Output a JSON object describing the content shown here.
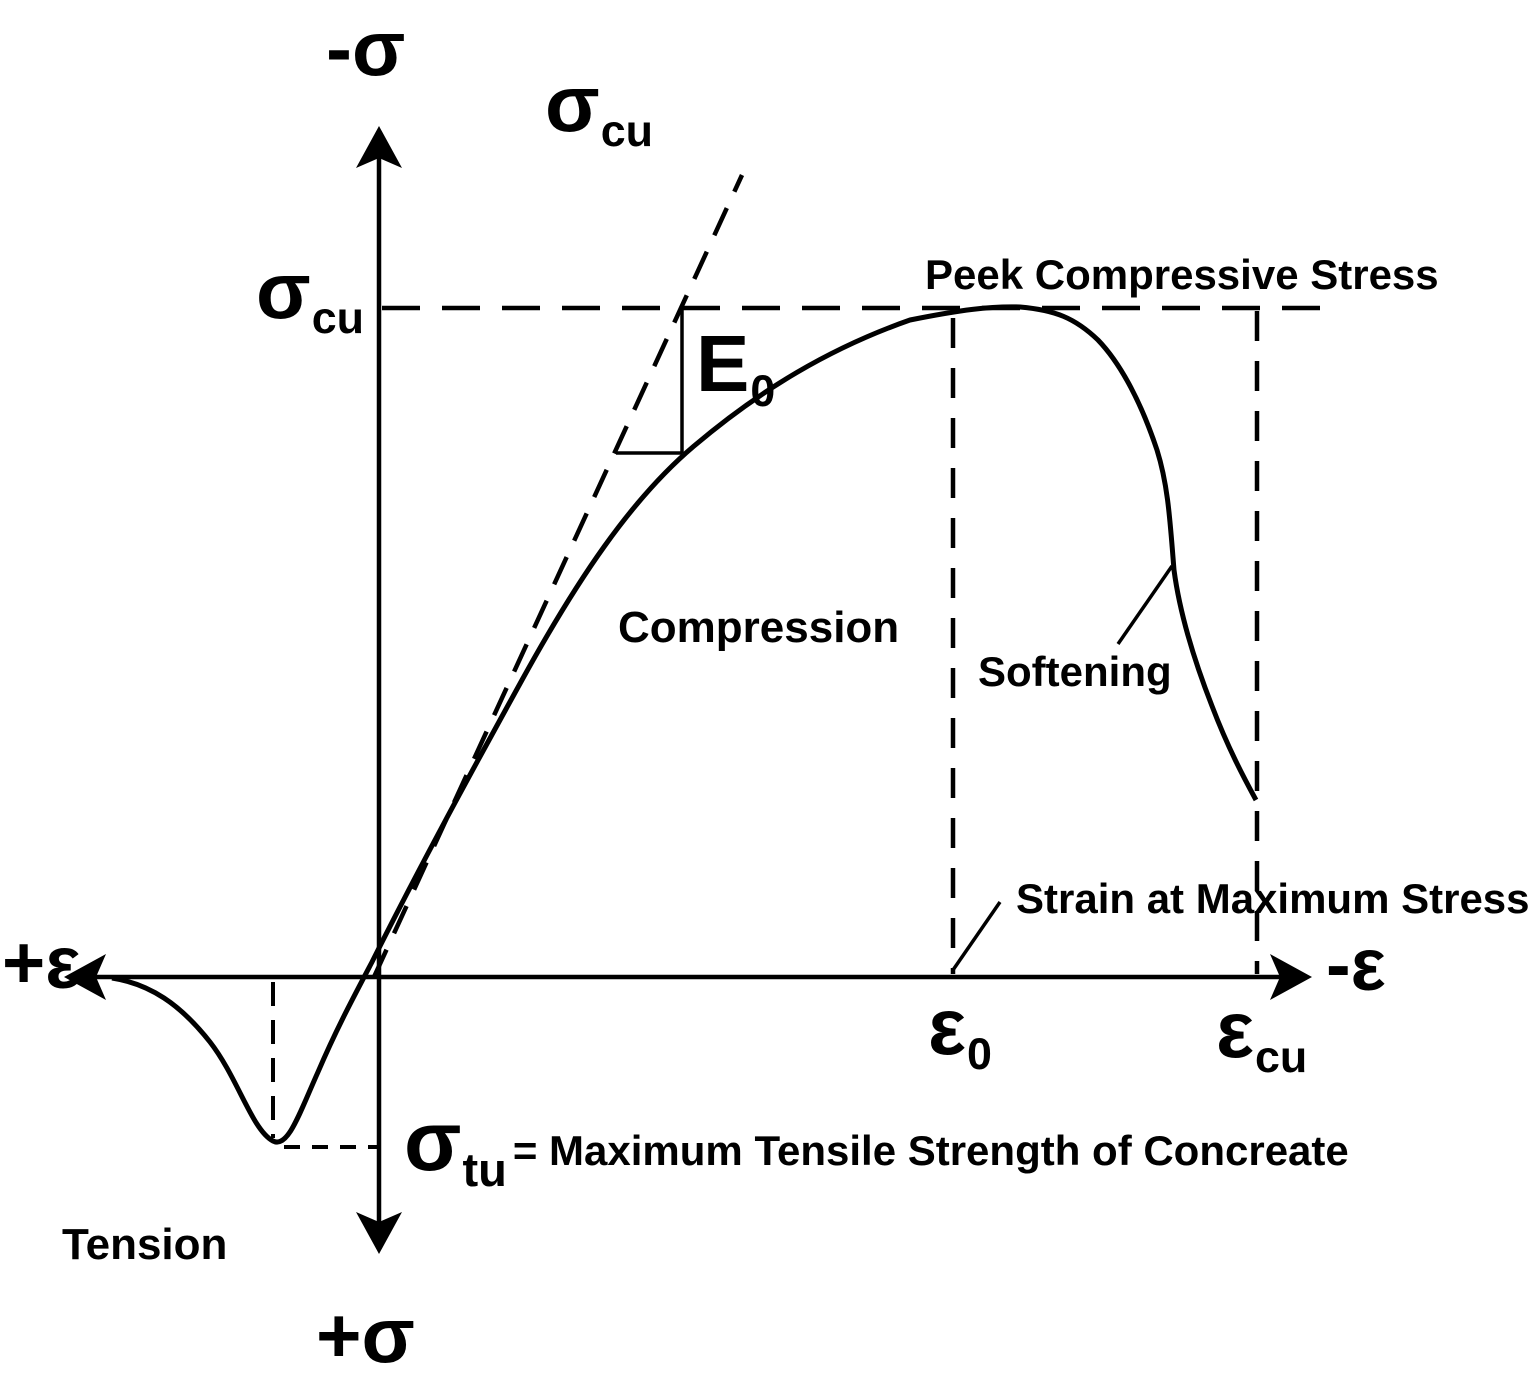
{
  "colors": {
    "ink": "#000000",
    "background": "#ffffff"
  },
  "axis_labels": {
    "y_negative": "-σ",
    "y_positive": "+σ",
    "x_positive": "+ε",
    "x_negative": "-ε"
  },
  "annotations": {
    "sigma_cu_tangent": {
      "main": "σ",
      "sub": "cu"
    },
    "sigma_cu_axis": {
      "main": "σ",
      "sub": "cu"
    },
    "peak_compressive_stress": "Peek Compressive Stress",
    "elastic_modulus": {
      "main": "E",
      "sub": "0"
    },
    "compression_region": "Compression",
    "softening": "Softening",
    "strain_at_maximum_stress": "Strain at Maximum Stress",
    "strain_at_peak": {
      "main": "ε",
      "sub": "0"
    },
    "ultimate_strain": {
      "main": "ε",
      "sub": "cu"
    },
    "tensile_strength": {
      "main": "σ",
      "sub": "tu",
      "rest": "= Maximum Tensile Strength of Concreate"
    },
    "tension_region": "Tension"
  }
}
